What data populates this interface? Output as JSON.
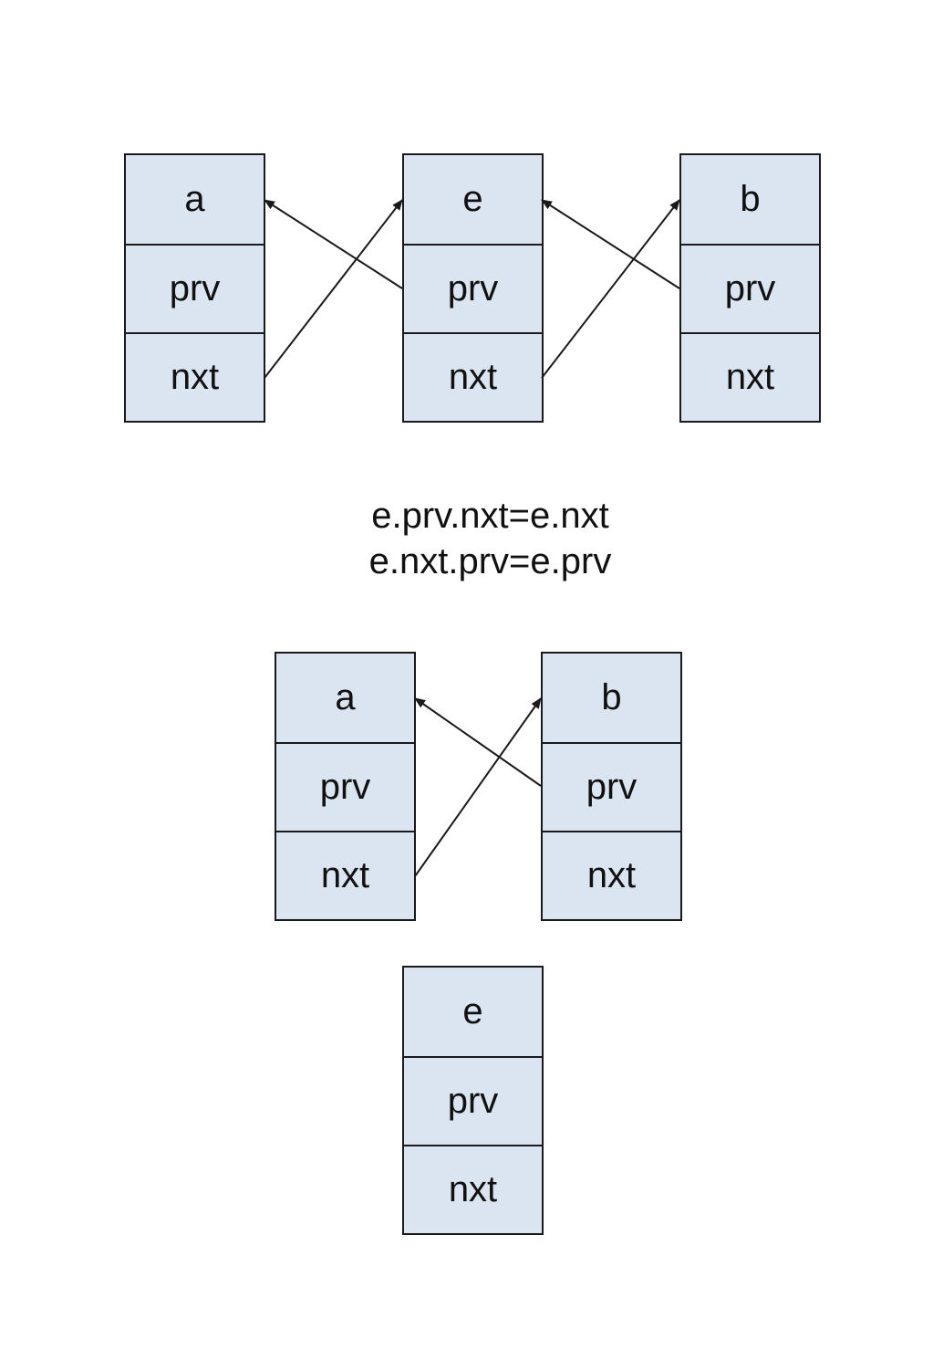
{
  "top_row": {
    "node_a": {
      "name": "a",
      "prv": "prv",
      "nxt": "nxt"
    },
    "node_e": {
      "name": "e",
      "prv": "prv",
      "nxt": "nxt"
    },
    "node_b": {
      "name": "b",
      "prv": "prv",
      "nxt": "nxt"
    }
  },
  "formula": {
    "line1": "e.prv.nxt=e.nxt",
    "line2": "e.nxt.prv=e.prv"
  },
  "bottom_row": {
    "node_a": {
      "name": "a",
      "prv": "prv",
      "nxt": "nxt"
    },
    "node_b": {
      "name": "b",
      "prv": "prv",
      "nxt": "nxt"
    }
  },
  "detached": {
    "node_e": {
      "name": "e",
      "prv": "prv",
      "nxt": "nxt"
    }
  },
  "colors": {
    "node_fill": "#dbe4f1",
    "stroke": "#1a1a1a"
  }
}
